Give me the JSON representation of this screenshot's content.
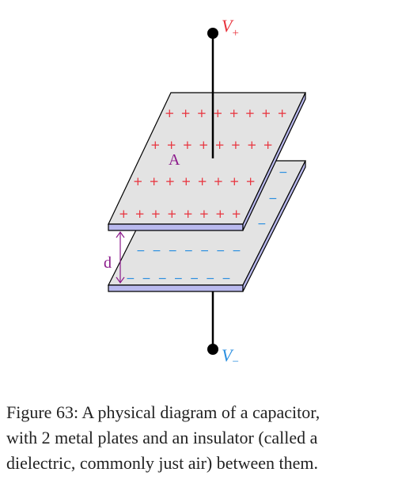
{
  "diagram": {
    "labels": {
      "v_plus": "V",
      "v_plus_sub": "+",
      "v_minus": "V",
      "v_minus_sub": "−",
      "area": "A",
      "distance": "d"
    },
    "top_plate_charges": [
      "+ + + + + + + +",
      "+ + + + + + + +",
      "+ + + + + + + +",
      "+ + + + + + + +"
    ],
    "bottom_plate_charges": [
      "− − − − − − −",
      "− − − − − − −"
    ],
    "bottom_plate_edge_charges": [
      "−",
      "−",
      "−"
    ],
    "colors": {
      "positive": "#e8323c",
      "negative": "#2a8fe0",
      "accent": "#8b1a8b",
      "plate_face": "#e3e3e3",
      "plate_edge": "#b9b9ee",
      "wire": "#000000"
    }
  },
  "caption": {
    "line1": "Figure 63: A physical diagram of a capacitor,",
    "line2": "with 2 metal plates and an insulator (called a",
    "line3": "dielectric, commonly just air) between them."
  }
}
